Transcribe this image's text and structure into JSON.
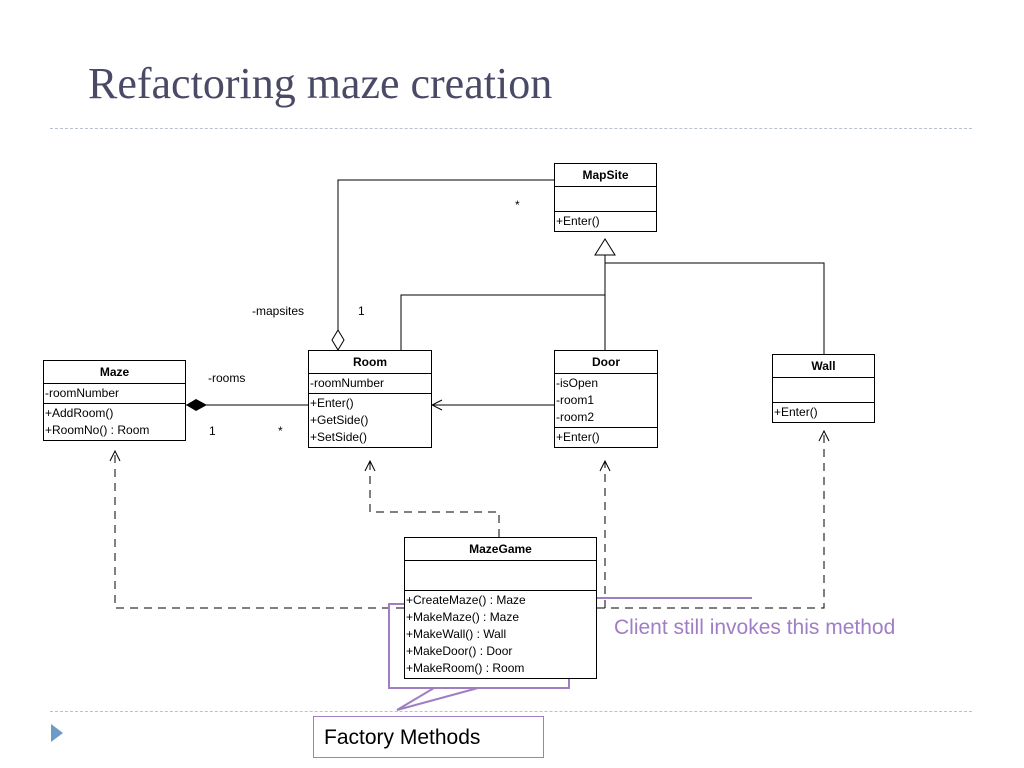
{
  "slide": {
    "title": "Refactoring maze creation"
  },
  "classes": {
    "mapsite": {
      "name": "MapSite",
      "attributes": [],
      "methods": [
        "+Enter()"
      ]
    },
    "maze": {
      "name": "Maze",
      "attributes": [
        "-roomNumber"
      ],
      "methods": [
        "+AddRoom()",
        "+RoomNo() : Room"
      ]
    },
    "room": {
      "name": "Room",
      "attributes": [
        "-roomNumber"
      ],
      "methods": [
        "+Enter()",
        "+GetSide()",
        "+SetSide()"
      ]
    },
    "door": {
      "name": "Door",
      "attributes": [
        "-isOpen",
        "-room1",
        "-room2"
      ],
      "methods": [
        "+Enter()"
      ]
    },
    "wall": {
      "name": "Wall",
      "attributes": [],
      "methods": [
        "+Enter()"
      ]
    },
    "mazegame": {
      "name": "MazeGame",
      "attributes": [],
      "methods": [
        "+CreateMaze() : Maze",
        "+MakeMaze() : Maze",
        "+MakeWall() : Wall",
        "+MakeDoor() : Door",
        "+MakeRoom() : Room"
      ]
    }
  },
  "associations": {
    "mapsites": {
      "role": "-mapsites",
      "multiplicity_near": "1",
      "multiplicity_far": "*"
    },
    "rooms": {
      "role": "-rooms",
      "multiplicity_near": "1",
      "multiplicity_far": "*"
    }
  },
  "annotations": {
    "client_callout": "Client still invokes this method",
    "factory_methods": "Factory Methods"
  },
  "colors": {
    "title": "#4a4a66",
    "annotation": "#a07ec4",
    "separator": "#b9c2cc",
    "bullet": "#6e9bc6"
  }
}
